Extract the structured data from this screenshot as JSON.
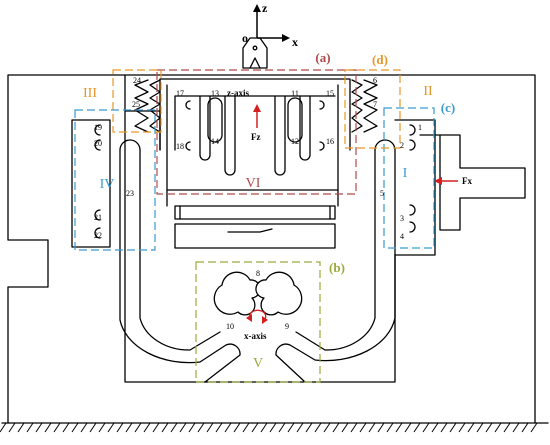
{
  "axes": {
    "z": "z",
    "x": "x",
    "origin": "o"
  },
  "annotations": {
    "z_axis": "z-axis",
    "x_axis": "x-axis",
    "force_z": "Fz",
    "force_x": "Fx"
  },
  "regions": [
    {
      "name": "a",
      "label": "(a)",
      "roman": "VI",
      "color": "#b04a4a"
    },
    {
      "name": "b",
      "label": "(b)",
      "roman": "V",
      "color": "#9aaa3a"
    },
    {
      "name": "c",
      "label": "(c)",
      "roman": "I",
      "color": "#3a9ad0"
    },
    {
      "name": "d",
      "label": "(d)",
      "roman": "II",
      "color": "#e8962a"
    },
    {
      "name": "iii",
      "label": "",
      "roman": "III",
      "color": "#e8962a"
    },
    {
      "name": "iv",
      "label": "",
      "roman": "IV",
      "color": "#3a9ad0"
    }
  ],
  "hinge_numbers": [
    "1",
    "2",
    "3",
    "4",
    "5",
    "6",
    "7",
    "8",
    "9",
    "10",
    "11",
    "12",
    "13",
    "14",
    "15",
    "16",
    "17",
    "18",
    "19",
    "20",
    "21",
    "22",
    "23",
    "24",
    "25"
  ],
  "colors": {
    "force": "#d42020",
    "line": "#000000"
  }
}
